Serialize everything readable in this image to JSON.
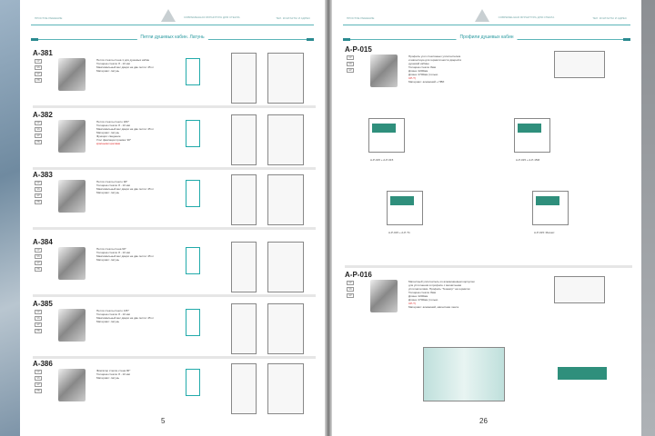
{
  "left_page": {
    "header_left": "ПРОСТОЕ РЕШЕНИЕ",
    "header_logo": "СОВРЕМЕННАЯ ФУРНИТУРА ДЛЯ СТЕКЛА",
    "header_right": "ТЕЛ. КОНТАКТЫ И АДРЕС",
    "section_title": "Петли душевых кабин. Латунь",
    "page_number": "5",
    "items": [
      {
        "code": "A-381",
        "badges": [
          "CP",
          "SN",
          "GP",
          "PB"
        ],
        "desc": [
          "Петля стекло-стена 1 для душевых кабин",
          "Толщина стекла: 8 - 10 мм",
          "Максимальный вес двери на две петли: 45 кг",
          "Материал: латунь"
        ]
      },
      {
        "code": "A-382",
        "badges": [
          "CP",
          "SN",
          "GP",
          "PB"
        ],
        "desc": [
          "Петля стекло-стекло 180°",
          "Толщина стекла: 8 - 10 мм",
          "Максимальный вес двери на две петли: 45 кг",
          "Материал: латунь",
          "Функция: сведение",
          "Угол фиксации проема: 90°"
        ],
        "red": "красными цветами"
      },
      {
        "code": "A-383",
        "badges": [
          "CP",
          "SN",
          "GP",
          "PB"
        ],
        "desc": [
          "Петля стекло-стекло 90°",
          "Толщина стекла: 8 - 10 мм",
          "Максимальный вес двери на две петли: 45 кг",
          "Материал: латунь"
        ]
      },
      {
        "code": "A-384",
        "badges": [
          "CP",
          "SN",
          "GP",
          "PB"
        ],
        "desc": [
          "Петля стекло-стена 90°",
          "Толщина стекла: 8 - 10 мм",
          "Максимальный вес двери на две петли: 45 кг",
          "Материал: латунь"
        ]
      },
      {
        "code": "A-385",
        "badges": [
          "CP",
          "SN",
          "GP",
          "PB"
        ],
        "desc": [
          "Петля стекло-стекло 135°",
          "Толщина стекла: 8 - 10 мм",
          "Максимальный вес двери на две петли: 45 кг",
          "Материал: латунь"
        ]
      },
      {
        "code": "A-386",
        "badges": [
          "CP",
          "SN",
          "GP",
          "PB"
        ],
        "desc": [
          "Фиксатор стекло-стена 90°",
          "Толщина стекла: 8 - 10 мм",
          "Материал: латунь"
        ]
      }
    ]
  },
  "right_page": {
    "header_left": "ПРОСТОЕ РЕШЕНИЕ",
    "header_logo": "СОВРЕМЕННАЯ ФУРНИТУРА ДЛЯ СТЕКЛА",
    "header_right": "ТЕЛ. КОНТАКТЫ И АДРЕС",
    "section_title": "Профили душевых кабин",
    "page_number": "26",
    "items": [
      {
        "code": "A-P-015",
        "badges": [
          "CP",
          "SN",
          "GP"
        ],
        "desc": [
          "Профиль угол стеклянных уплотнителем",
          "и магнитную для герметичности дверей в",
          "душевой кабине",
          "Толщина стекла: 8мм",
          "Длина: 2200мм",
          "Длина: 2700мм (только"
        ],
        "red": "CP-T)",
        "last": "Материал: алюминий + ПВХ",
        "captions": [
          "A-P-015 + A-P-015",
          "A-P-015 + A-P-15M",
          "A-P-015 + A-P-T1",
          "A-P-015: Магнит"
        ]
      },
      {
        "code": "A-P-016",
        "badges": [
          "CP",
          "SN",
          "GP"
        ],
        "desc": [
          "Магнитный уплотнитель из алюминиевым корпусом",
          "для уплотнения в профиле с магнитными",
          "уплотнителями. Профиль \"Геометр\" на герметик",
          "Толщина стекла: 8мм",
          "Длина: 2200мм",
          "Длина: 2700мм (только"
        ],
        "red": "CP-T)",
        "last": "Материал: алюминий, магнитная лента"
      }
    ]
  }
}
